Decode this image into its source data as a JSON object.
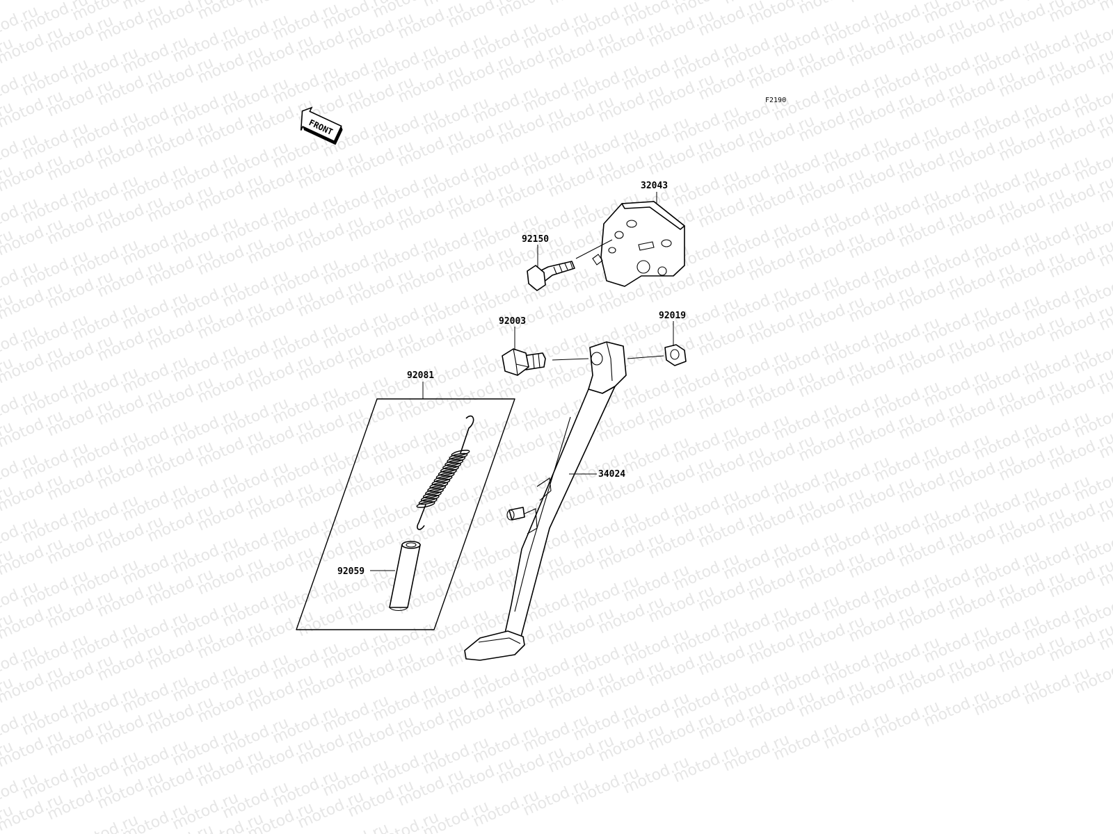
{
  "diagram": {
    "code": "F2190",
    "front_label": "FRONT",
    "watermark": "motod.ru",
    "parts": [
      {
        "number": "32043"
      },
      {
        "number": "92150"
      },
      {
        "number": "92003"
      },
      {
        "number": "92019"
      },
      {
        "number": "92081"
      },
      {
        "number": "34024"
      },
      {
        "number": "92059"
      }
    ]
  }
}
